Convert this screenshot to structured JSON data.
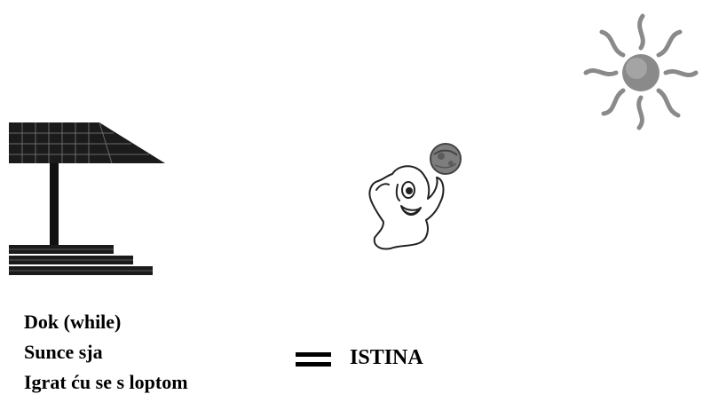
{
  "statement": {
    "line1": "Dok (while)",
    "line2": "Sunce sja",
    "line3": "Igrat ću se s loptom"
  },
  "result": {
    "value": "ISTINA"
  },
  "icons": [
    "shelter-icon",
    "sun-icon",
    "ghost-icon",
    "ball-icon"
  ],
  "colors": {
    "text": "#000000",
    "sun": "#8a8a8a",
    "shelter": "#1a1a1a"
  }
}
